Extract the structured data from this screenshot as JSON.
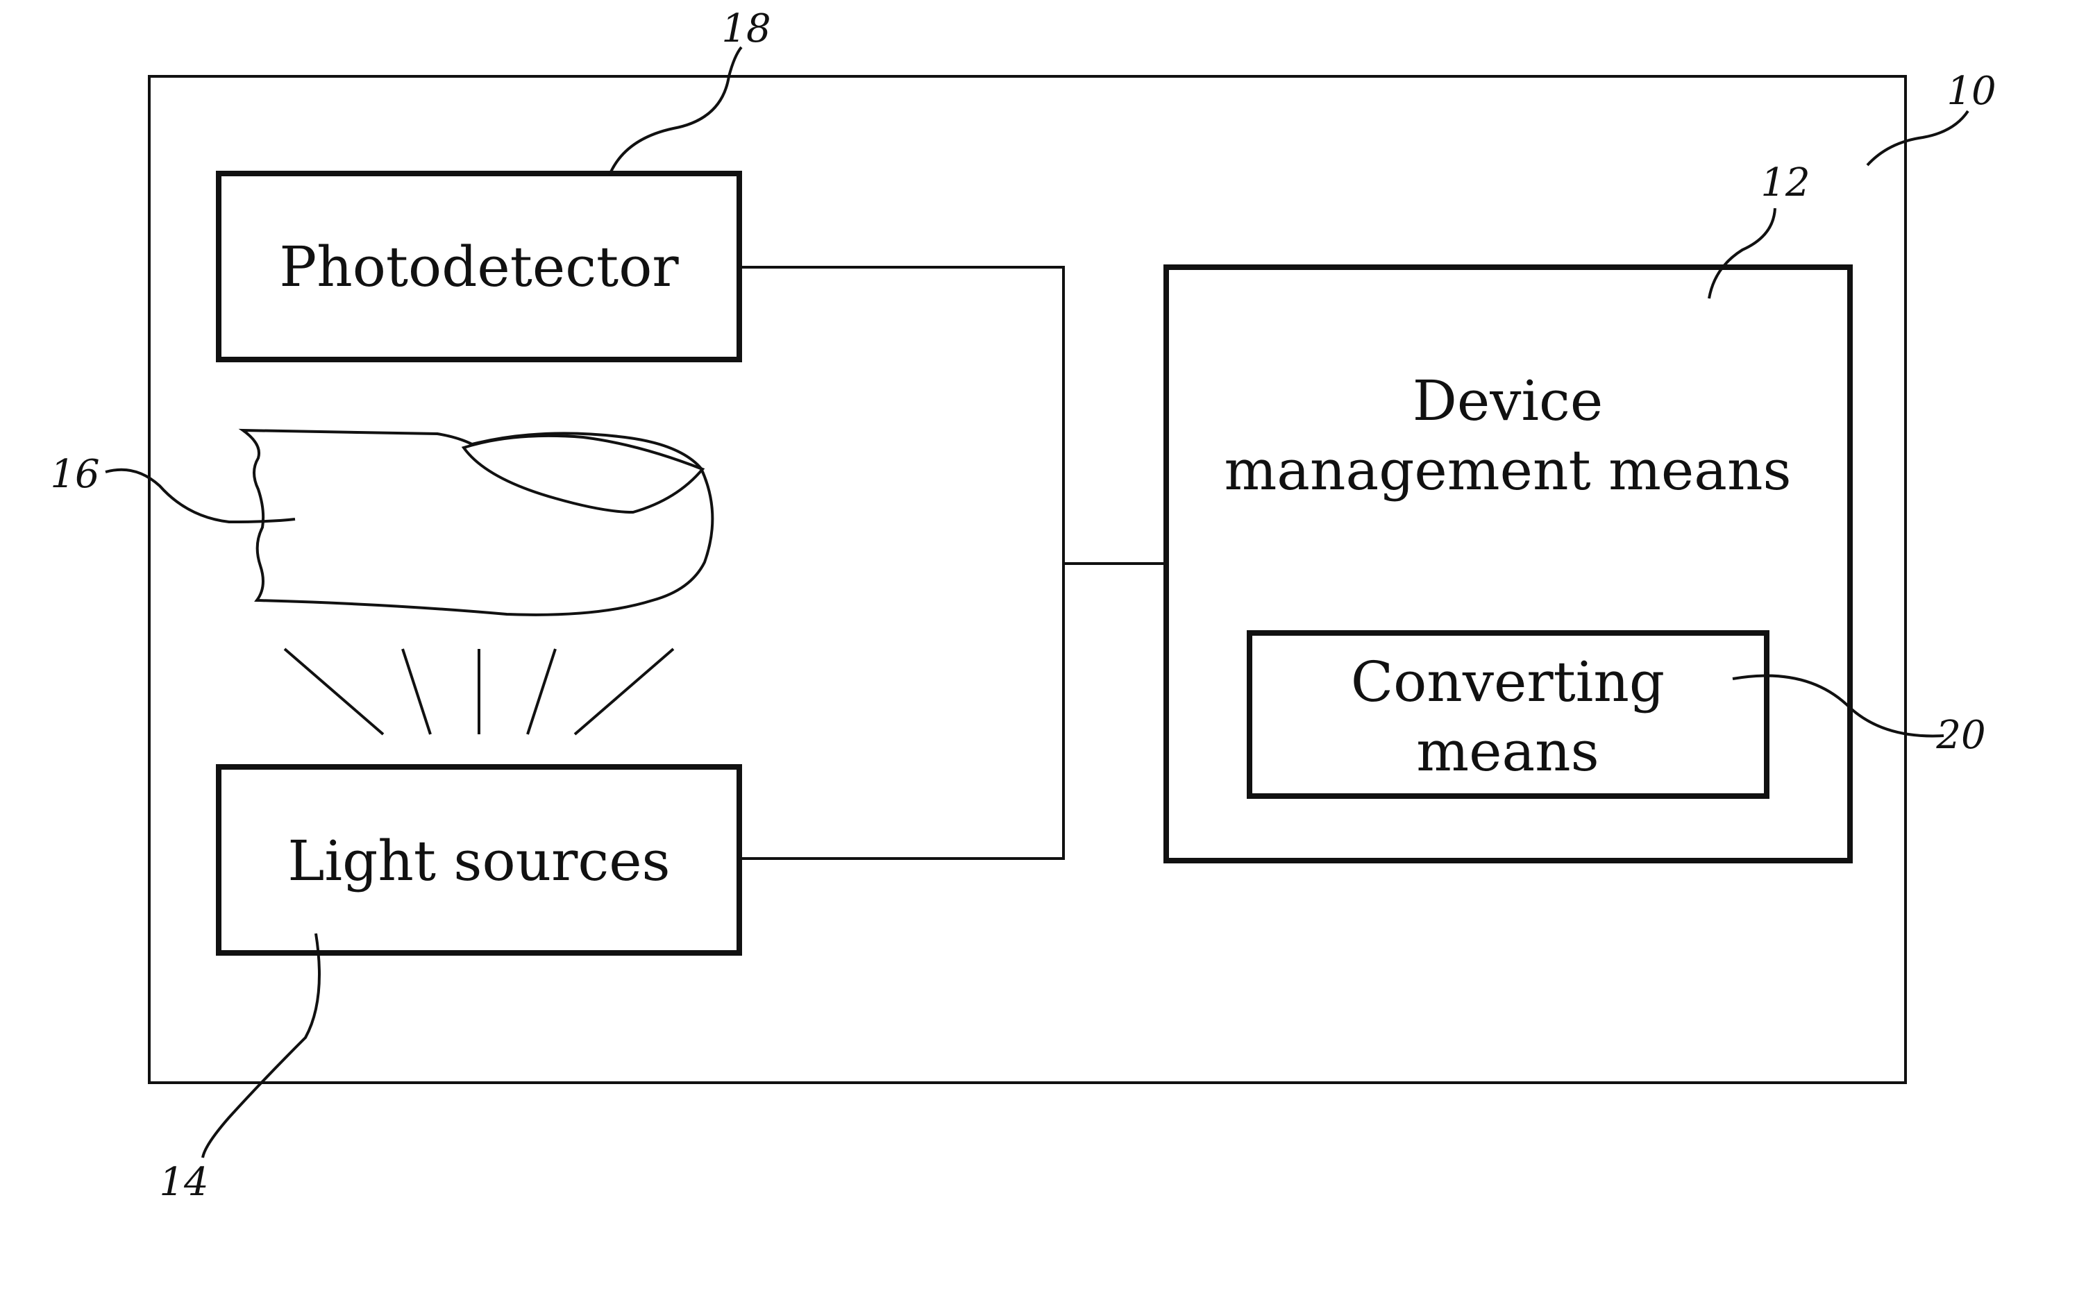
{
  "diagram": {
    "photodetector": {
      "label": "Photodetector",
      "ref": "18"
    },
    "light_sources": {
      "label": "Light sources",
      "ref": "14"
    },
    "finger": {
      "ref": "16"
    },
    "device_management": {
      "line1": "Device",
      "line2": "management means",
      "ref": "12"
    },
    "converting_means": {
      "line1": "Converting",
      "line2": "means",
      "ref": "20"
    },
    "device_enclosure": {
      "ref": "10"
    }
  }
}
